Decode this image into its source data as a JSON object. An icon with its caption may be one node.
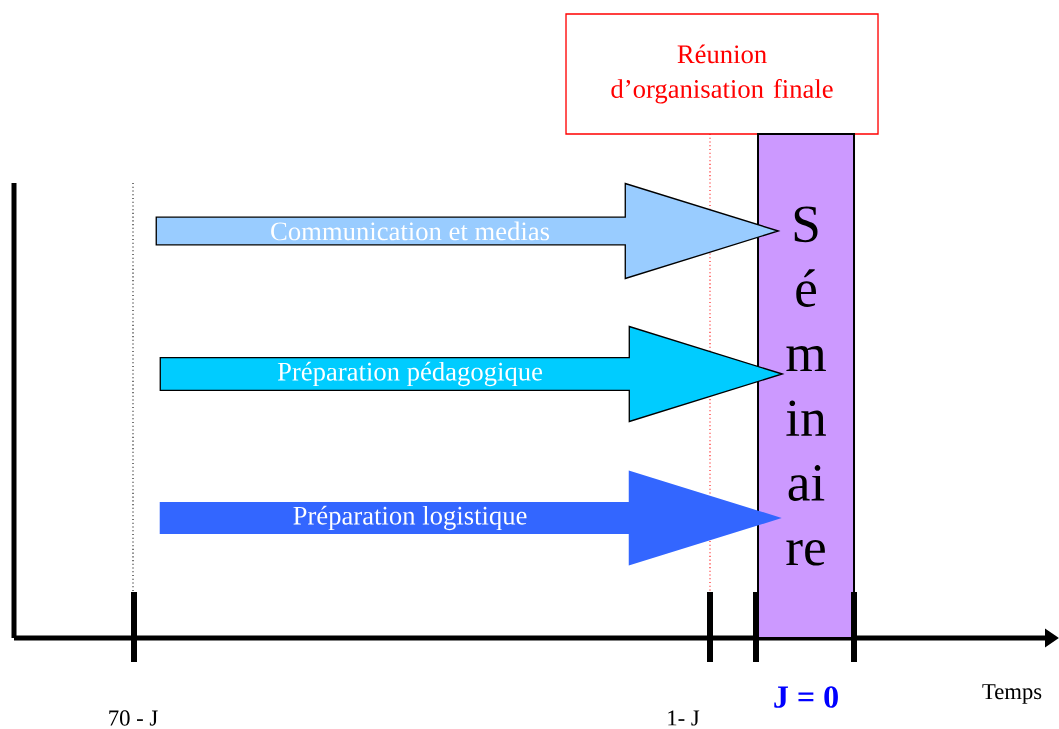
{
  "diagram": {
    "nodes": [
      {
        "text": [
          "Réunion d’organisation finale"
        ]
      },
      {
        "text": [
          "S é m in ai re"
        ]
      },
      {
        "text": [
          "Communication et medias"
        ]
      },
      {
        "text": [
          "Préparation pédagogique"
        ]
      },
      {
        "text": [
          "Préparation logistique"
        ]
      }
    ],
    "labels": [
      "J = 0",
      "Temps",
      "70 - J",
      "1- J"
    ]
  }
}
